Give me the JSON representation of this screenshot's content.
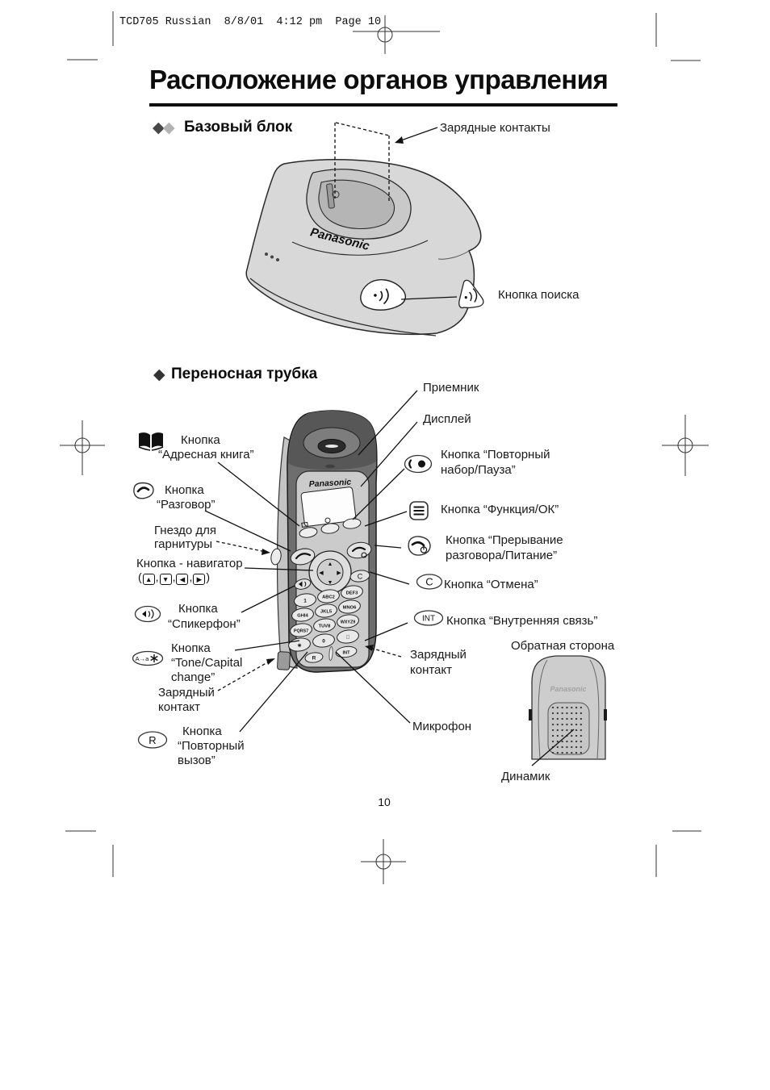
{
  "page": {
    "header": "TCD705 Russian  8/8/01  4:12 pm  Page 10",
    "title": "Расположение органов управления",
    "page_number": "10",
    "brand": "Panasonic"
  },
  "punct": {
    "open": "(",
    "comma": ",",
    "close": ")"
  },
  "base_unit": {
    "heading": "Базовый блок",
    "labels": {
      "charging_contacts": "Зарядные контакты",
      "paging_button": "Кнопка поиска"
    }
  },
  "handset": {
    "heading": "Переносная трубка",
    "labels": {
      "receiver": "Приемник",
      "display": "Дисплей",
      "redial_line1": "Кнопка “Повторный",
      "redial_line2": "набор/Пауза”",
      "function_ok": "Кнопка “Функция/ОК”",
      "off_line1": "Кнопка “Прерывание",
      "off_line2": "разговора/Питание”",
      "cancel": "Кнопка “Отмена”",
      "intercom": "Кнопка “Внутренняя связь”",
      "charging_right_line1": "Зарядный",
      "charging_right_line2": "контакт",
      "microphone": "Микрофон",
      "address_book_line1": "Кнопка",
      "address_book_line2": "“Адресная книга”",
      "talk_line1": "Кнопка",
      "talk_line2": "“Разговор”",
      "headset_line1": "Гнездо для",
      "headset_line2": "гарнитуры",
      "navigator": "Кнопка - навигатор",
      "navigator_arrows": [
        "▲",
        "▼",
        "◀",
        "▶"
      ],
      "speakerphone_line1": "Кнопка",
      "speakerphone_line2": "“Спикерфон”",
      "tone_line1": "Кнопка",
      "tone_line2": "“Tone/Capital",
      "tone_line3": "change”",
      "charging_left_line1": "Зарядный",
      "charging_left_line2": "контакт",
      "recall_line1": "Кнопка",
      "recall_line2": "“Повторный",
      "recall_line3": "вызов”"
    },
    "button_glyphs": {
      "cancel": "C",
      "intercom": "INT",
      "recall": "R",
      "tone": "A→a"
    },
    "keypad": [
      "1",
      "ABC2",
      "DEF3",
      "GHI4",
      "JKL5",
      "MNO6",
      "PQRS7",
      "TUV8",
      "WXYZ9",
      "∗",
      "0",
      "□"
    ]
  },
  "back_view": {
    "heading": "Обратная сторона",
    "speaker": "Динамик"
  }
}
